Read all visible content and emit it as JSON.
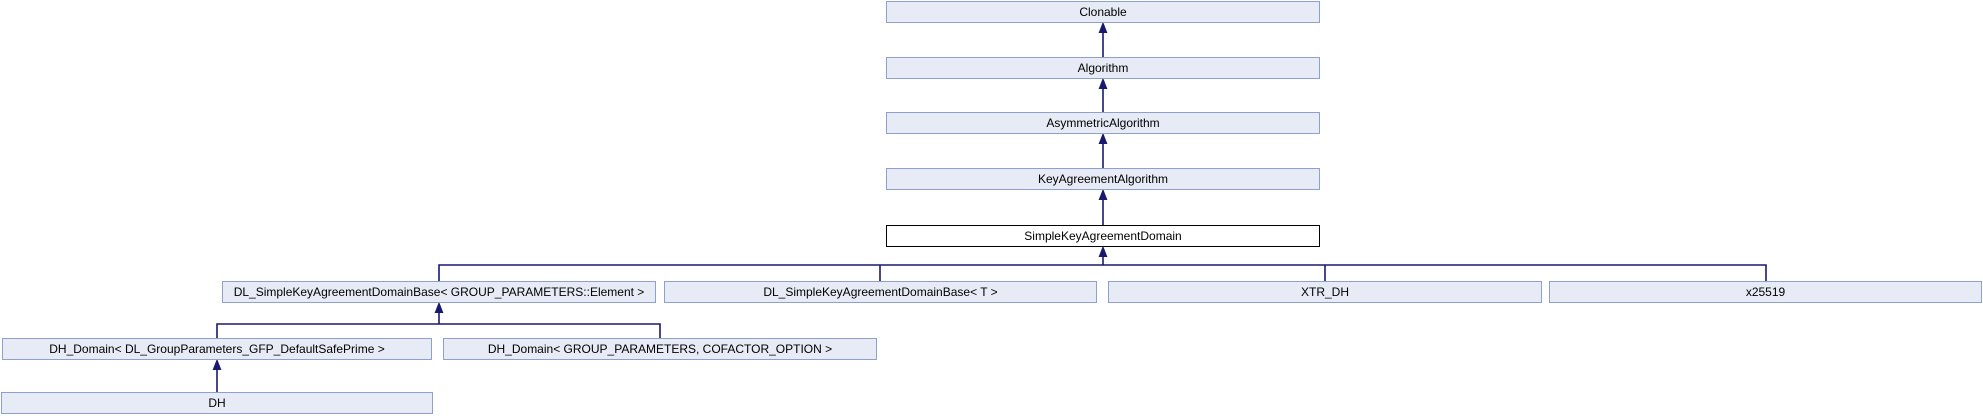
{
  "diagram": {
    "type": "class-inheritance-graph",
    "colors": {
      "background": "#ffffff",
      "node_fill": "#e6ebf5",
      "node_border": "#8fa0cb",
      "current_fill": "#ffffff",
      "current_border": "#000000",
      "edge": "#191970",
      "text": "#000000"
    },
    "nodes": {
      "clonable": {
        "label": "Clonable"
      },
      "algorithm": {
        "label": "Algorithm"
      },
      "asymmetric_algorithm": {
        "label": "AsymmetricAlgorithm"
      },
      "key_agreement_algorithm": {
        "label": "KeyAgreementAlgorithm"
      },
      "simple_key_agreement_domain": {
        "label": "SimpleKeyAgreementDomain"
      },
      "dl_base_element": {
        "label": "DL_SimpleKeyAgreementDomainBase< GROUP_PARAMETERS::Element >"
      },
      "dl_base_t": {
        "label": "DL_SimpleKeyAgreementDomainBase< T >"
      },
      "xtr_dh": {
        "label": "XTR_DH"
      },
      "x25519": {
        "label": "x25519"
      },
      "dh_domain_default_safe_prime": {
        "label": "DH_Domain< DL_GroupParameters_GFP_DefaultSafePrime >"
      },
      "dh_domain_cofactor_option": {
        "label": "DH_Domain< GROUP_PARAMETERS, COFACTOR_OPTION >"
      },
      "dh": {
        "label": "DH"
      }
    },
    "edges": [
      {
        "from": "algorithm",
        "to": "clonable"
      },
      {
        "from": "asymmetric_algorithm",
        "to": "algorithm"
      },
      {
        "from": "key_agreement_algorithm",
        "to": "asymmetric_algorithm"
      },
      {
        "from": "simple_key_agreement_domain",
        "to": "key_agreement_algorithm"
      },
      {
        "from": "dl_base_element",
        "to": "simple_key_agreement_domain"
      },
      {
        "from": "dl_base_t",
        "to": "simple_key_agreement_domain"
      },
      {
        "from": "xtr_dh",
        "to": "simple_key_agreement_domain"
      },
      {
        "from": "x25519",
        "to": "simple_key_agreement_domain"
      },
      {
        "from": "dh_domain_default_safe_prime",
        "to": "dl_base_element"
      },
      {
        "from": "dh_domain_cofactor_option",
        "to": "dl_base_element"
      },
      {
        "from": "dh",
        "to": "dh_domain_default_safe_prime"
      }
    ]
  }
}
